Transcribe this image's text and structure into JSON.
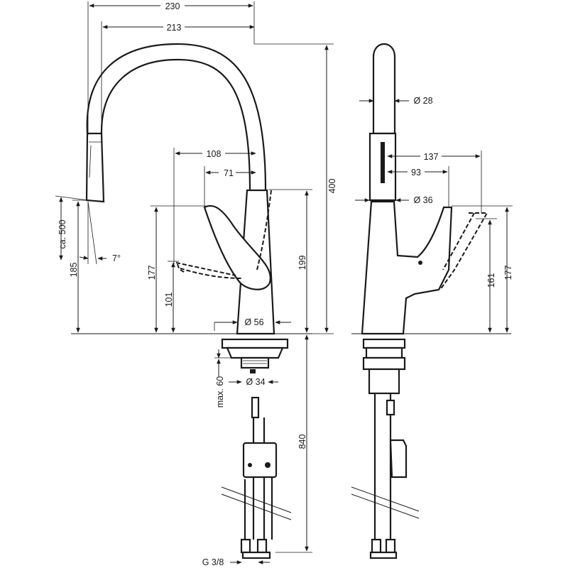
{
  "dimensions": {
    "width_total": "230",
    "width_spout": "213",
    "reach_108": "108",
    "reach_71": "71",
    "height_total": "400",
    "height_199": "199",
    "height_177_front": "177",
    "height_101": "101",
    "height_185": "185",
    "pullout": "ca. 500",
    "angle": "7°",
    "base_diameter": "Ø 56",
    "hole_diameter": "Ø 34",
    "max_counter": "max. 60",
    "hose_length": "840",
    "connector": "G 3/8",
    "spout_diameter": "Ø 28",
    "body_diameter": "Ø 36",
    "side_137": "137",
    "side_93": "93",
    "side_161": "161",
    "side_177": "177"
  }
}
